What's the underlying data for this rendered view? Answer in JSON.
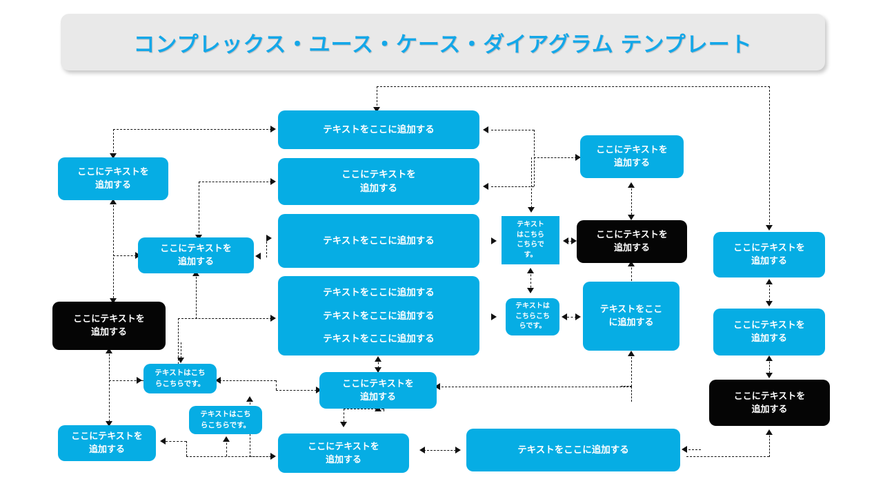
{
  "header": {
    "title": "コンプレックス・ユース・ケース・ダイアグラム テンプレート",
    "background_color": "#e9e9e9",
    "title_color": "#14a7e8"
  },
  "theme": {
    "accent_blue": "#06ade4",
    "node_black": "#050505",
    "connector_color": "#111111",
    "canvas": "#ffffff"
  },
  "labels": {
    "text_here_a": "ここにテキストを",
    "text_here_b": "追加する",
    "add_text_here": "テキストをここに追加する",
    "here_1": "テキスト",
    "here_2": "はこちら",
    "here_3": "こちらで",
    "here_4": "す。",
    "here_a1": "テキストは",
    "here_a2": "こちらこち",
    "here_a3": "らです。",
    "here_b1": "テキストはこち",
    "here_b2": "らこちらです。",
    "add_two_1": "テキストをここ",
    "add_two_2": "に追加する"
  },
  "nodes": [
    {
      "id": "L1",
      "type": "blue",
      "text": "ここにテキストを / 追加する"
    },
    {
      "id": "L2",
      "type": "blue",
      "text": "ここにテキストを / 追加する"
    },
    {
      "id": "L3",
      "type": "black",
      "text": "ここにテキストを / 追加する"
    },
    {
      "id": "L4",
      "type": "blue",
      "text": "テキストはこち / らこちらです。"
    },
    {
      "id": "L5",
      "type": "blue",
      "text": "テキストはこち / らこちらです。"
    },
    {
      "id": "L6",
      "type": "blue",
      "text": "ここにテキストを / 追加する"
    },
    {
      "id": "C1",
      "type": "blue",
      "text": "テキストをここに追加する"
    },
    {
      "id": "C2",
      "type": "blue",
      "text": "ここにテキストを / 追加する"
    },
    {
      "id": "C3",
      "type": "blue",
      "text": "テキストをここに追加する"
    },
    {
      "id": "C4",
      "type": "blue",
      "text": "テキストをここに追加する x3"
    },
    {
      "id": "C5",
      "type": "blue",
      "text": "ここにテキストを / 追加する"
    },
    {
      "id": "C6",
      "type": "blue",
      "text": "ここにテキストを / 追加する"
    },
    {
      "id": "C7",
      "type": "blue",
      "text": "テキストをここに追加する"
    },
    {
      "id": "M1",
      "type": "blue-square",
      "text": "テキスト / はこちら / こちらで / す。"
    },
    {
      "id": "M2",
      "type": "blue",
      "text": "テキストは / こちらこち / らです。"
    },
    {
      "id": "R0",
      "type": "blue",
      "text": "ここにテキストを / 追加する"
    },
    {
      "id": "R1",
      "type": "black",
      "text": "ここにテキストを / 追加する"
    },
    {
      "id": "R2",
      "type": "blue",
      "text": "テキストをここ / に追加する"
    },
    {
      "id": "R3",
      "type": "blue",
      "text": "ここにテキストを / 追加する"
    },
    {
      "id": "R4",
      "type": "blue",
      "text": "ここにテキストを / 追加する"
    },
    {
      "id": "R5",
      "type": "black",
      "text": "ここにテキストを / 追加する"
    }
  ]
}
